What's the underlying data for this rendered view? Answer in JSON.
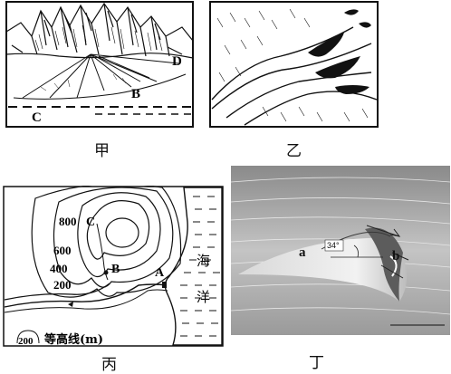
{
  "panels": {
    "jia": {
      "caption": "甲",
      "labels": {
        "d": "D",
        "b": "B",
        "c": "C"
      }
    },
    "yi": {
      "caption": "乙"
    },
    "bing": {
      "caption": "丙",
      "contours": [
        "800",
        "600",
        "400",
        "200"
      ],
      "points": {
        "c": "C",
        "b": "B",
        "a": "A"
      },
      "sea": [
        "海",
        "洋"
      ],
      "legend_value": "200",
      "legend_text": "等高线(m)"
    },
    "ding": {
      "caption": "丁",
      "label_a": "a",
      "label_b": "b",
      "angle": "34°"
    }
  }
}
